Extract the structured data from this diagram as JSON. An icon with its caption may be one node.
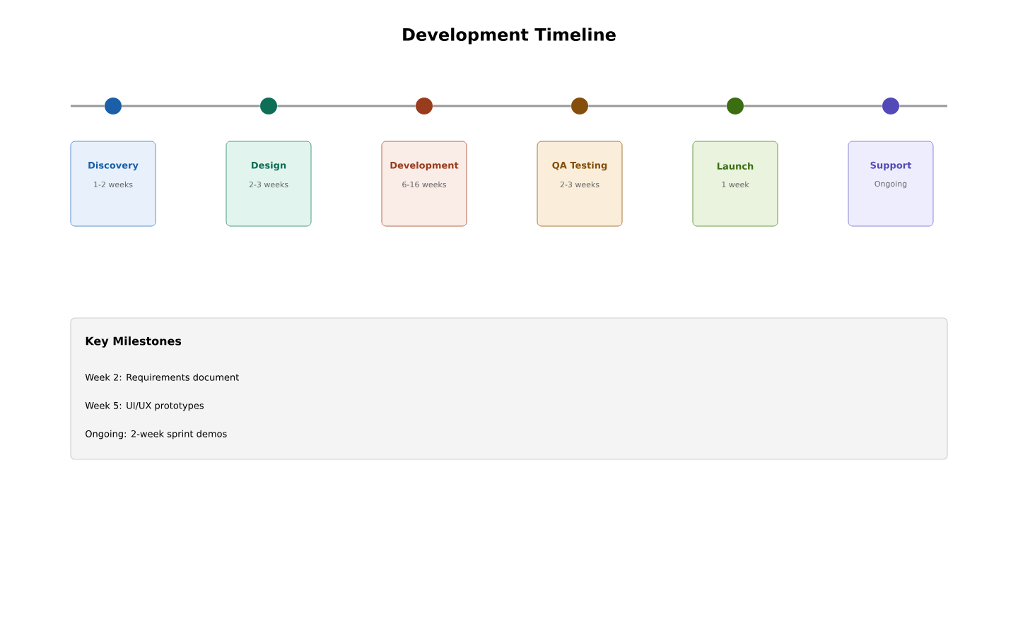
{
  "diagram": {
    "title": "Development Timeline",
    "nodes": [
      {
        "text": [],
        "shape": "circle"
      },
      {
        "text": [],
        "shape": "circle"
      },
      {
        "text": [],
        "shape": "circle"
      },
      {
        "text": [],
        "shape": "circle"
      },
      {
        "text": [],
        "shape": "circle"
      },
      {
        "text": [],
        "shape": "circle"
      },
      {
        "text": [
          "Discovery",
          "1-2 weeks"
        ]
      },
      {
        "text": [
          "Design",
          "2-3 weeks"
        ]
      },
      {
        "text": [
          "Development",
          "6-16 weeks"
        ]
      },
      {
        "text": [
          "QA Testing",
          "2-3 weeks"
        ]
      },
      {
        "text": [
          "Launch",
          "1 week"
        ]
      },
      {
        "text": [
          "Support",
          "Ongoing"
        ]
      },
      {
        "text": [
          "Key Milestones",
          "Week 2: Requirements document",
          "Week 5: UI/UX prototypes",
          "Ongoing: 2-week sprint demos"
        ]
      }
    ],
    "edges": [
      {
        "from": null,
        "to": 0,
        "arrow": "none"
      },
      {
        "from": 0,
        "to": 1,
        "arrow": "none"
      },
      {
        "from": 1,
        "to": 2,
        "arrow": "none"
      },
      {
        "from": 2,
        "to": 3,
        "arrow": "none"
      },
      {
        "from": 3,
        "to": 4,
        "arrow": "none"
      },
      {
        "from": 4,
        "to": 5,
        "arrow": "none"
      },
      {
        "from": 5,
        "to": null,
        "arrow": "none"
      }
    ]
  }
}
